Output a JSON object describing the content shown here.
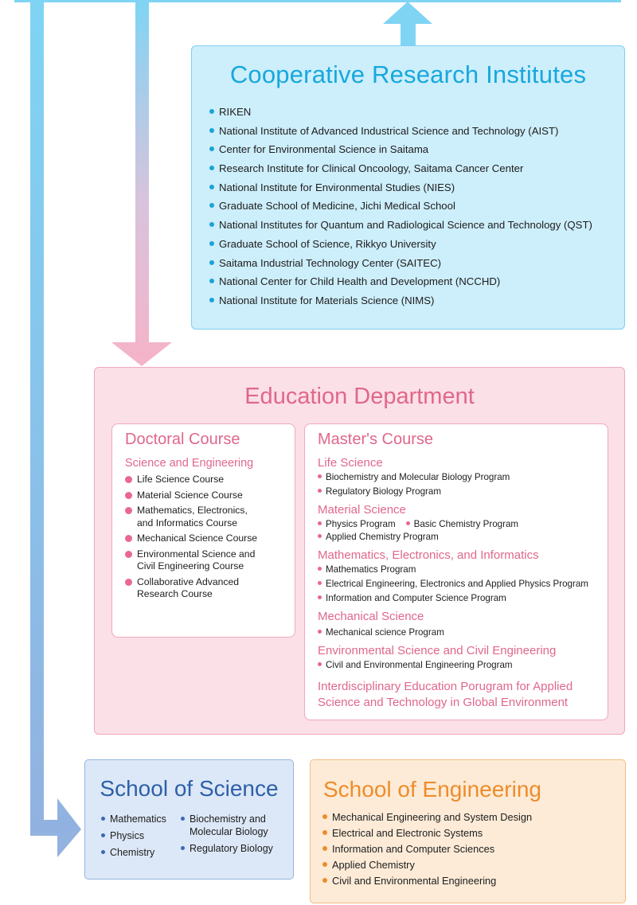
{
  "colors": {
    "cri_accent": "#16a8dd",
    "edu_accent": "#e0678b",
    "science_accent": "#2e5fa8",
    "engineering_accent": "#ee8c2a"
  },
  "cri": {
    "title": "Cooperative Research Institutes",
    "items": [
      "RIKEN",
      "National Institute of Advanced Industrical Science and Technology (AIST)",
      "Center for Environmental Science in Saitama",
      "Research Institute for Clinical Oncoology, Saitama Cancer Center",
      "National Institute for Environmental Studies (NIES)",
      "Graduate School of Medicine, Jichi Medical School",
      "National Institutes for Quantum and Radiological Science and Technology (QST)",
      "Graduate School of Science, Rikkyo University",
      "Saitama Industrial Technology Center (SAITEC)",
      "National Center for Child Health and Development (NCCHD)",
      "National Institute for Materials Science (NIMS)"
    ]
  },
  "edu": {
    "title": "Education Department",
    "doctoral": {
      "title": "Doctoral Course",
      "subtitle": "Science and Engineering",
      "items": [
        [
          "Life Science Course"
        ],
        [
          "Material Science Course"
        ],
        [
          "Mathematics, Electronics,",
          "and Informatics Course"
        ],
        [
          "Mechanical Science Course"
        ],
        [
          "Environmental Science and",
          "Civil Engineering Course"
        ],
        [
          "Collaborative Advanced",
          "Research Course"
        ]
      ]
    },
    "masters": {
      "title": "Master's Course",
      "life_science": {
        "title": "Life Science",
        "items": [
          "Biochemistry and Molecular Biology Program",
          "Regulatory Biology Program"
        ]
      },
      "material_science": {
        "title": "Material Science",
        "items": [
          "Physics Program",
          "Basic Chemistry Program",
          "Applied Chemistry Program"
        ]
      },
      "mathematics": {
        "title": "Mathematics, Electronics, and Informatics",
        "items": [
          "Mathematics Program",
          "Electrical Engineering, Electronics and Applied Physics Program",
          "Information and Computer Science Program"
        ]
      },
      "mechanical": {
        "title": "Mechanical Science",
        "items": [
          "Mechanical science Program"
        ]
      },
      "environmental": {
        "title": "Environmental Science and Civil Engineering",
        "items": [
          "Civil and Environmental Engineering Program"
        ]
      },
      "interdisciplinary": [
        "Interdisciplinary Education Porugram for Applied",
        "Science and Technology in Global Environment"
      ]
    }
  },
  "science": {
    "title": "School of Science",
    "left_items": [
      "Mathematics",
      "Physics",
      "Chemistry"
    ],
    "right_items": [
      [
        "Biochemistry and",
        "Molecular Biology"
      ],
      [
        "Regulatory Biology"
      ]
    ]
  },
  "engineering": {
    "title": "School of Engineering",
    "items": [
      "Mechanical Engineering and System Design",
      "Electrical and Electronic Systems",
      "Information and Computer Sciences",
      "Applied Chemistry",
      "Civil and Environmental Engineering"
    ]
  }
}
